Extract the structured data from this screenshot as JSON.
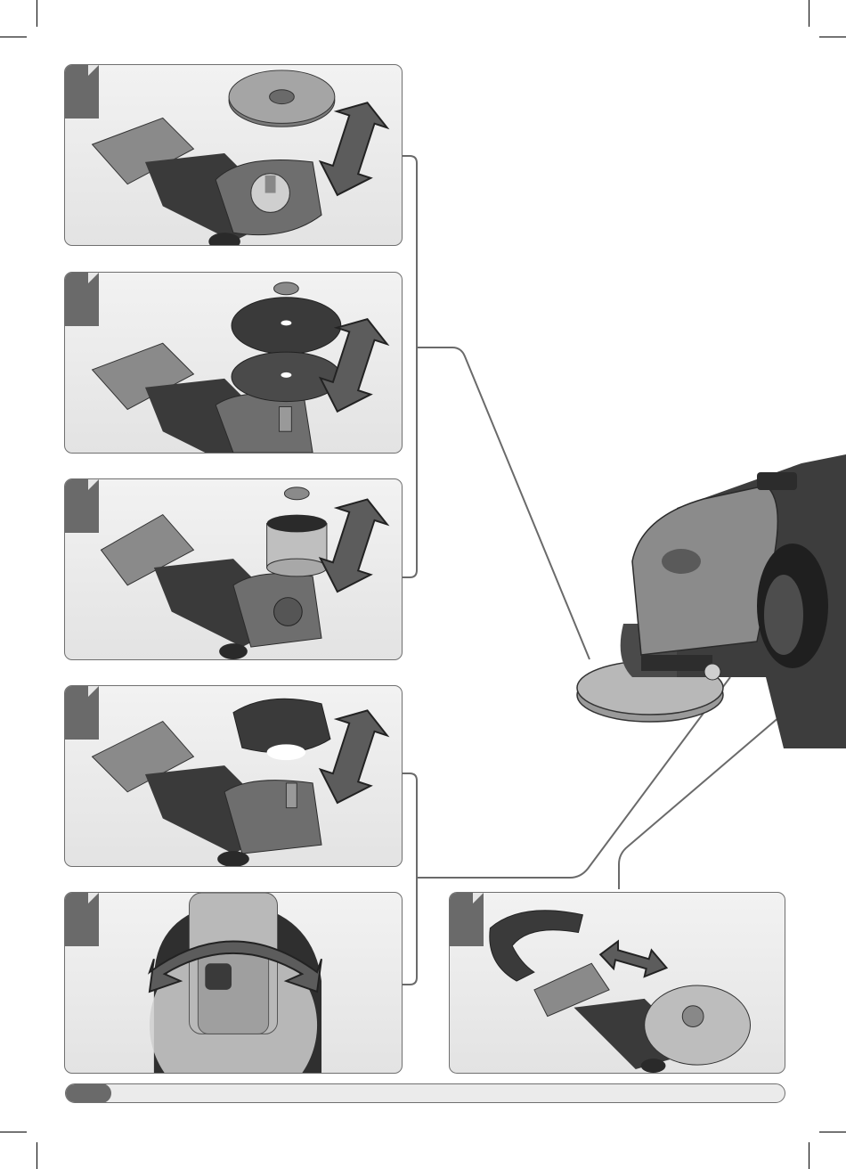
{
  "document": {
    "type": "manual-illustration-page",
    "panels": [
      {
        "id": "fit-cutting-disc",
        "step_label": ""
      },
      {
        "id": "fit-sanding-disc",
        "step_label": ""
      },
      {
        "id": "fit-wire-brush",
        "step_label": ""
      },
      {
        "id": "fit-guard",
        "step_label": ""
      },
      {
        "id": "rotate-guard",
        "step_label": ""
      },
      {
        "id": "remove-guard",
        "step_label": ""
      }
    ],
    "footer": {
      "page_label": ""
    }
  },
  "colors": {
    "tab": "#6a6a6a",
    "panel_border": "#6f6f6f",
    "tool_dark": "#3a3a3a",
    "tool_mid": "#8a8a8a",
    "tool_light": "#cfcfcf",
    "arrow_fill": "#5c5c5c"
  },
  "icons": [
    "double-arrow-icon",
    "curved-double-arrow-icon",
    "horizontal-double-arrow-icon"
  ]
}
